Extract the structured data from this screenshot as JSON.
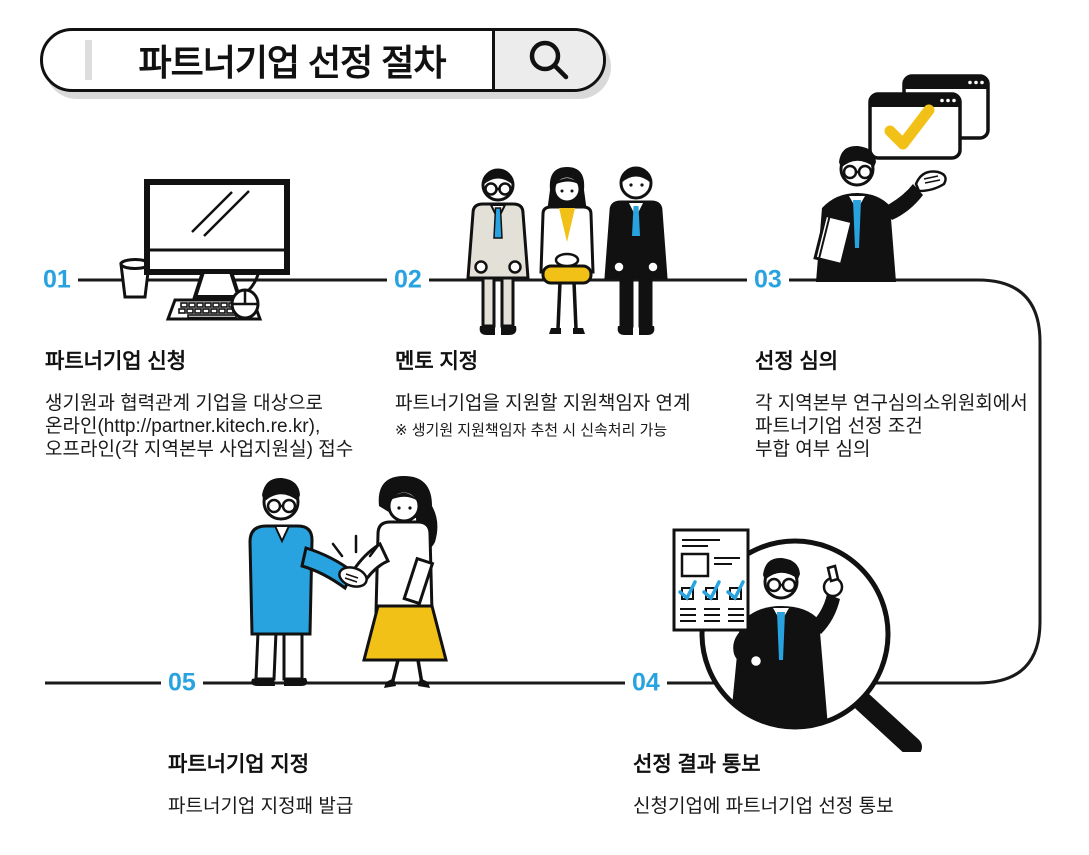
{
  "colors": {
    "accent_blue": "#29a3e0",
    "accent_yellow": "#f2c117",
    "line": "#1a1a1a",
    "search_button_bg": "#ececec"
  },
  "header": {
    "title": "파트너기업 선정 절차",
    "icon": "search-icon"
  },
  "steps": [
    {
      "num": "01",
      "title": "파트너기업 신청",
      "lines": [
        "생기원과 협력관계 기업을 대상으로",
        "온라인(http://partner.kitech.re.kr),",
        "오프라인(각 지역본부 사업지원실) 접수"
      ],
      "note": ""
    },
    {
      "num": "02",
      "title": "멘토 지정",
      "lines": [
        "파트너기업을 지원할 지원책임자 연계"
      ],
      "note": "※ 생기원 지원책임자 추천 시 신속처리 가능"
    },
    {
      "num": "03",
      "title": "선정 심의",
      "lines": [
        "각 지역본부 연구심의소위원회에서",
        "파트너기업 선정 조건",
        "부합 여부 심의"
      ],
      "note": ""
    },
    {
      "num": "04",
      "title": "선정 결과 통보",
      "lines": [
        "신청기업에 파트너기업 선정 통보"
      ],
      "note": ""
    },
    {
      "num": "05",
      "title": "파트너기업 지정",
      "lines": [
        "파트너기업 지정패 발급"
      ],
      "note": ""
    }
  ],
  "illustrations": {
    "step1": "desktop-computer",
    "step2": "three-seated-people",
    "step3": "man-presenting-approval-windows",
    "step4": "man-in-magnifier-with-checklist",
    "step5": "handshake-partners"
  }
}
